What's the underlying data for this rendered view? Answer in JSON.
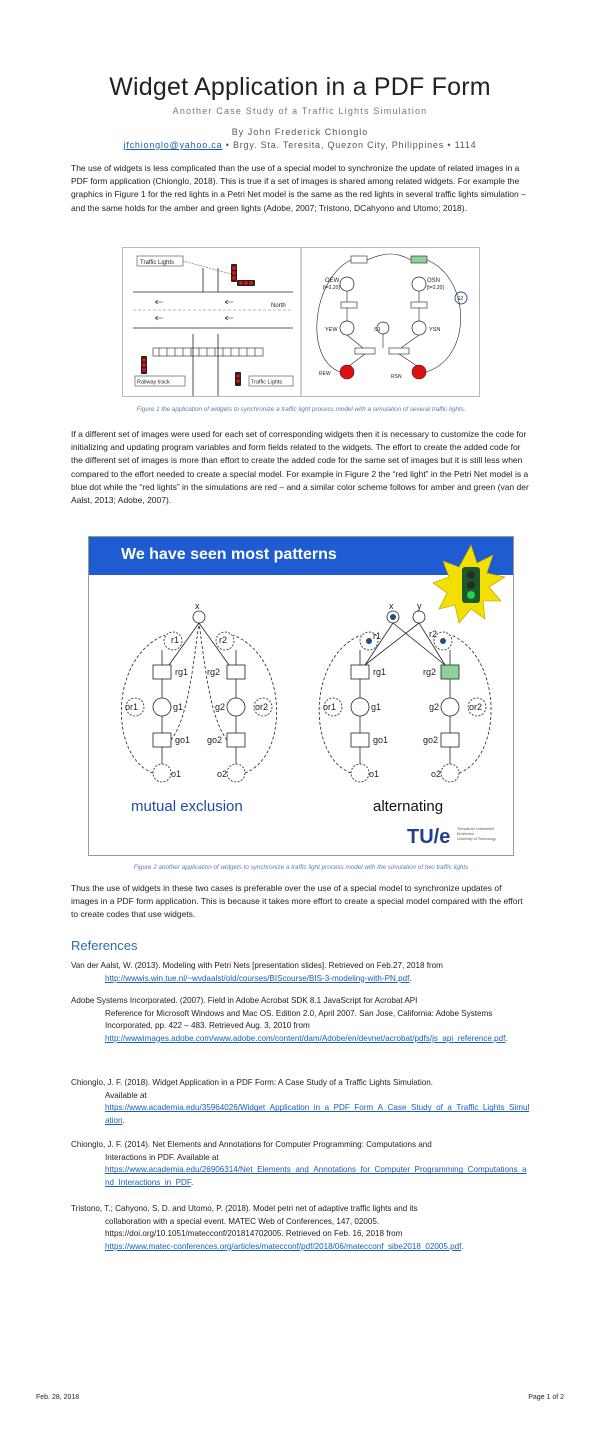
{
  "title": "Widget Application in a PDF Form",
  "subtitle": "Another Case Study of a Traffic Lights Simulation",
  "byline": "By John Frederick Chionglo",
  "email": "jfchionglo@yahoo.ca",
  "address": " • Brgy. Sta. Teresita, Quezon City, Philippines • 1114",
  "paragraph1": "The use of widgets is less complicated than the use of a special model to synchronize the update of related images in a PDF form application (Chionglo, 2018). This is true if a set of images is shared among related widgets. For example the graphics in Figure 1 for the red lights in a Petri Net model is the same as the red lights in several traffic lights simulation – and the same holds for the amber and green lights (Adobe, 2007; Tristono, DCahyono and Utomo; 2018).",
  "figure1": {
    "traffic_lights_top": "Traffic Lights",
    "traffic_lights_bottom": "Traffic Lights",
    "railway_track": "Railway track",
    "north": "North",
    "petri": {
      "oew": "OEW",
      "oew_sub": "[t=2,20]",
      "osn": "OSN",
      "osn_sub": "[t=2,20]",
      "y_ew": "YEW",
      "y_sn": "YSN",
      "r_ew": "REW",
      "r_sn": "RSN",
      "s1": "S1",
      "s2": "S2"
    }
  },
  "caption1": "Figure 1 the application of widgets to synchronize a traffic light process model with a simulation of several traffic lights.",
  "paragraph2": "If a different set of images were used for each set of corresponding widgets then it is necessary to customize the code for initializing and updating program variables and form fields related to the widgets. The effort to create the added code for the different set of images is more than effort to create the added code for the same set of images but it is still less when compared to the effort needed to create a special model. For example in Figure 2 the “red light” in the Petri Net model is a blue dot while the “red lights” in the simulations are red – and a similar color scheme follows for amber and green (van der Aalst, 2013; Adobe, 2007).",
  "figure2": {
    "heading": "We have seen most patterns",
    "left_label": "mutual exclusion",
    "right_label": "alternating",
    "logo": "TU/e",
    "logo_sub1": "Technische Universiteit",
    "logo_sub2": "Eindhoven",
    "logo_sub3": "University of Technology",
    "left": {
      "x": "x",
      "r1": "r1",
      "r2": "r2",
      "rg1": "rg1",
      "rg2": "rg2",
      "or1": "or1",
      "g1": "g1",
      "g2": "g2",
      "or2": "or2",
      "go1": "go1",
      "go2": "go2",
      "o1": "o1",
      "o2": "o2"
    },
    "right": {
      "x": "x",
      "y": "y",
      "r1": "r1",
      "r2": "r2",
      "rg1": "rg1",
      "rg2": "rg2",
      "or1": "or1",
      "g1": "g1",
      "g2": "g2",
      "or2": "or2",
      "go1": "go1",
      "go2": "go2",
      "o1": "o1",
      "o2": "o2"
    }
  },
  "caption2": "Figure 2 another application of widgets to synchronize a traffic light process model with the simulation of two traffic lights",
  "paragraph3": "Thus the use of widgets in these two cases is preferable over the use of a special model to synchronize updates of images in a PDF form application. This is because it takes more effort to create a special model compared with the effort to create codes that use widgets.",
  "references_heading": "References",
  "references": [
    {
      "text": "Van der Aalst, W. (2013). Modeling with Petri Nets [presentation slides]. Retrieved on Feb.27, 2018 from",
      "link": "http://wwwis.win.tue.nl/~wvdaalst/old/courses/BIScourse/BIS-3-modeling-with-PN.pdf",
      "tail": "."
    },
    {
      "text": "Adobe Systems Incorporated. (2007). Field in Adobe Acrobat SDK 8.1 JavaScript for Acrobat API",
      "cont": "Reference for Microsoft Windows and Mac OS. Edition 2.0, April 2007. San Jose, California: Adobe Systems Incorporated, pp. 422 – 483. Retrieved Aug. 3, 2010 from",
      "link": "http://wwwimages.adobe.com/www.adobe.com/content/dam/Adobe/en/devnet/acrobat/pdfs/js_api_reference.pdf",
      "tail": "."
    },
    {
      "text": "Chionglo, J. F. (2018). Widget Application in a PDF Form: A Case Study of a Traffic Lights Simulation.",
      "cont": "Available at",
      "link": "https://www.academia.edu/35964026/Widget_Application_in_a_PDF_Form_A_Case_Study_of_a_Traffic_Lights_Simulation",
      "tail": "."
    },
    {
      "text": "Chionglo, J. F. (2014). Net Elements and Annotations for Computer Programming: Computations and",
      "cont": "Interactions in PDF. Available at",
      "link": "https://www.academia.edu/26906314/Net_Elements_and_Annotations_for_Computer_Programming_Computations_and_Interactions_in_PDF",
      "tail": "."
    },
    {
      "text": "Tristono, T.; Cahyono, S. D. and Utomo, P. (2018). Model petri net of adaptive traffic lights and its",
      "cont": "collaboration with a special event. MATEC Web of Conferences, 147, 02005. https://doi.org/10.1051/matecconf/201814702005. Retrieved on Feb. 16, 2018 from",
      "link": "https://www.matec-conferences.org/articles/matecconf/pdf/2018/06/matecconf_sibe2018_02005.pdf",
      "tail": "."
    }
  ],
  "footer": {
    "date": "Feb. 28, 2018",
    "page": "Page 1 of 2"
  },
  "colors": {
    "link": "#1a5fb4",
    "caption": "#5b7fa6",
    "heading_band": "#1f5bd1",
    "red_light": "#e01010",
    "blue_token": "#1f4e8c",
    "green_place": "#8fd19e"
  }
}
